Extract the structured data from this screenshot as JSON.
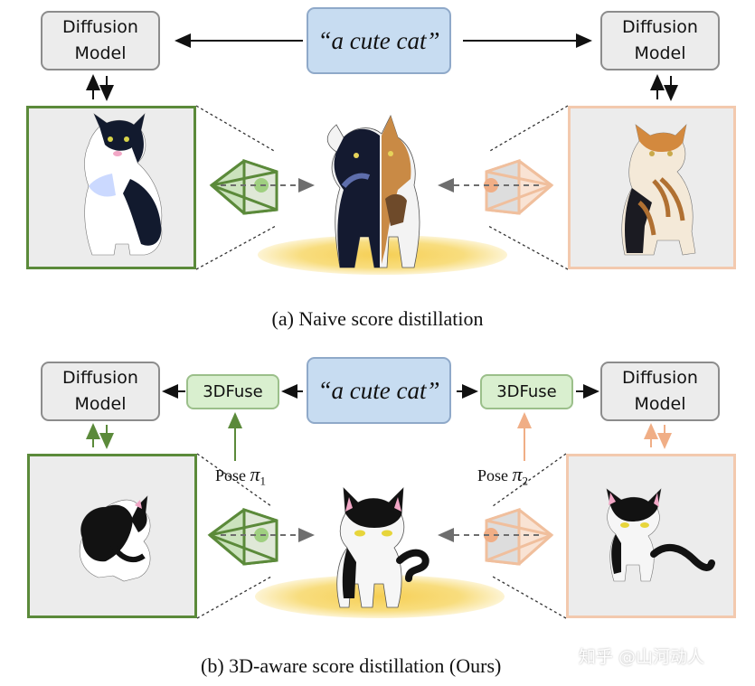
{
  "top_panel": {
    "prompt": "“a cute cat”",
    "left_model": {
      "line1": "Diffusion",
      "line2": "Model"
    },
    "right_model": {
      "line1": "Diffusion",
      "line2": "Model"
    },
    "caption": "(a) Naive score distillation"
  },
  "bottom_panel": {
    "prompt": "“a cute cat”",
    "left_model": {
      "line1": "Diffusion",
      "line2": "Model"
    },
    "right_model": {
      "line1": "Diffusion",
      "line2": "Model"
    },
    "left_fuse": "3DFuse",
    "right_fuse": "3DFuse",
    "left_pose": {
      "label": "Pose ",
      "symbol": "π",
      "sub": "1"
    },
    "right_pose": {
      "label": "Pose ",
      "symbol": "π",
      "sub": "2"
    },
    "caption": "(b) 3D-aware score distillation (Ours)"
  },
  "watermark": "知乎 @山河动人",
  "colors": {
    "green": "#5b8a3a",
    "peach": "#f3c9ae",
    "prompt_fill": "#c7dcf1",
    "fuse_fill": "#d9efcf",
    "box_fill": "#ececec",
    "ground": "#f8dd7e"
  }
}
